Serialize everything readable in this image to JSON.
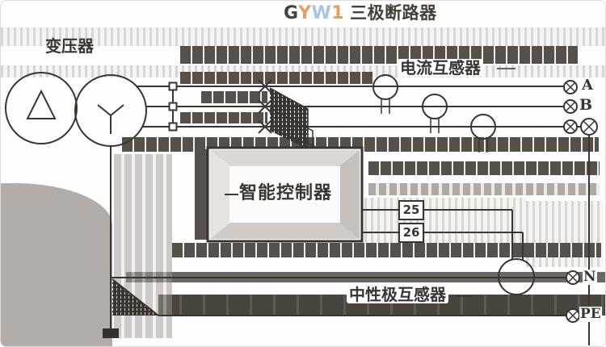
{
  "title": {
    "model_letters": {
      "l0": "G",
      "l1": "Y",
      "l2": "W",
      "l3": "1"
    },
    "suffix": "三极断路器"
  },
  "labels": {
    "transformer": "变压器",
    "current_transformer": "电流互感器",
    "controller": "智能控制器",
    "neutral_transformer": "中性极互感器"
  },
  "terminals": {
    "phase_a": "A",
    "phase_b": "B",
    "neutral": "N",
    "protective_earth": "PE"
  },
  "wires": {
    "w25": "25",
    "w26": "26"
  },
  "colors": {
    "line": "#3a3530",
    "title_g": "#46413c",
    "title_y": "#e2a25f",
    "title_w": "#a7c4e2",
    "title_1": "#e2a25f",
    "dark_band": "#56504a",
    "mid_gray": "#b2ada9"
  }
}
